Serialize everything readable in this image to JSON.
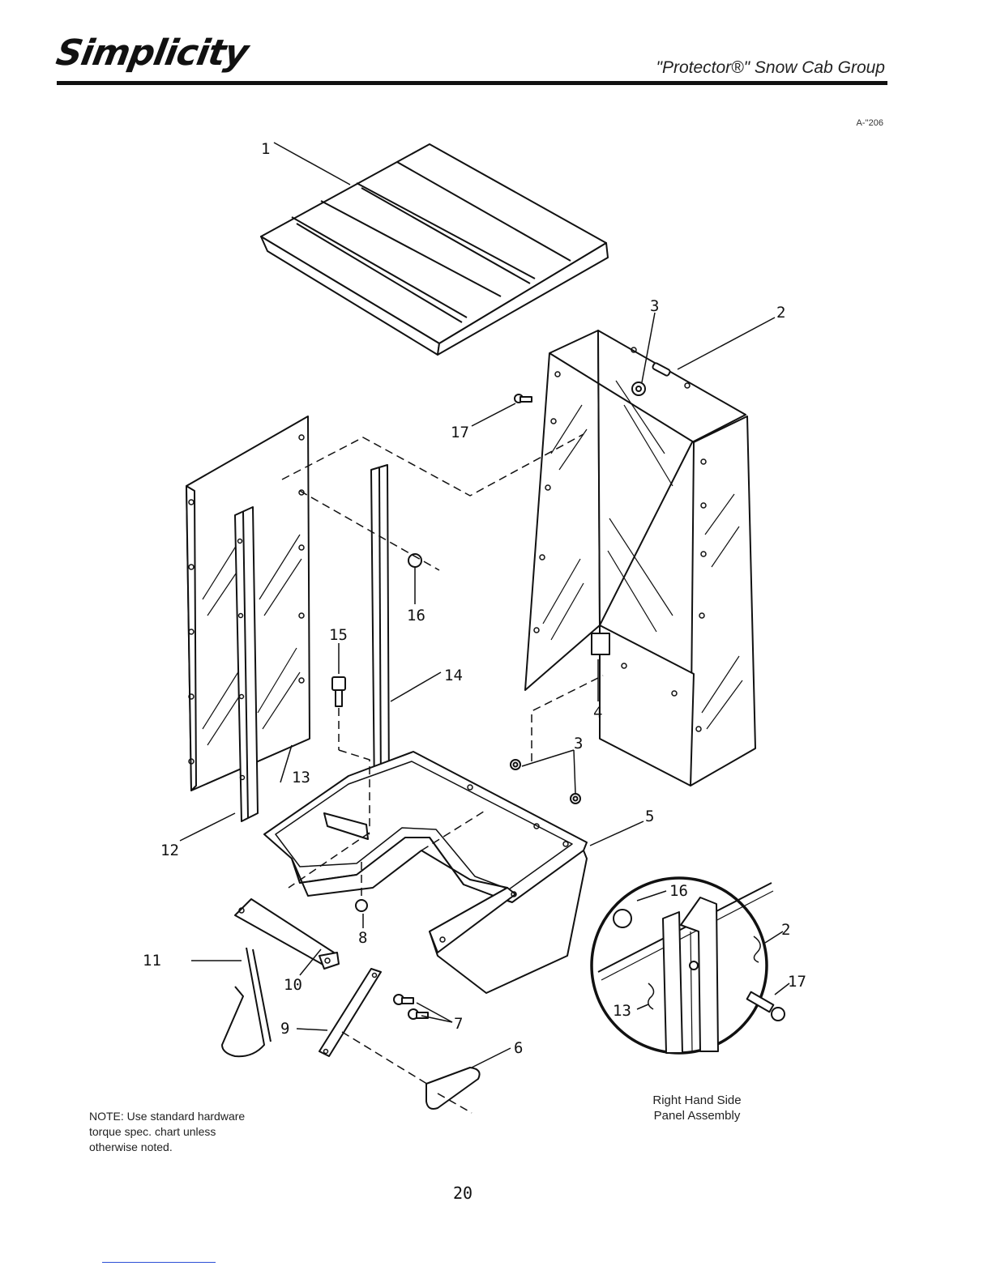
{
  "header": {
    "brand": "Simplicity",
    "title": "\"Protector®\" Snow Cab Group",
    "drawing_code": "A-''206"
  },
  "callouts": {
    "c1": "1",
    "c2": "2",
    "c3_top": "3",
    "c3_mid": "3",
    "c4": "4",
    "c5": "5",
    "c6": "6",
    "c7": "7",
    "c8": "8",
    "c9": "9",
    "c10": "10",
    "c11": "11",
    "c12": "12",
    "c13": "13",
    "c14": "14",
    "c15": "15",
    "c16": "16",
    "c17": "17"
  },
  "inset": {
    "c16": "16",
    "c2": "2",
    "c17": "17",
    "c13": "13",
    "caption_line1": "Right Hand Side",
    "caption_line2": "Panel Assembly"
  },
  "note": {
    "line1": "NOTE: Use standard hardware",
    "line2": "torque spec. chart unless",
    "line3": "otherwise noted."
  },
  "footer": {
    "page_number": "20"
  }
}
